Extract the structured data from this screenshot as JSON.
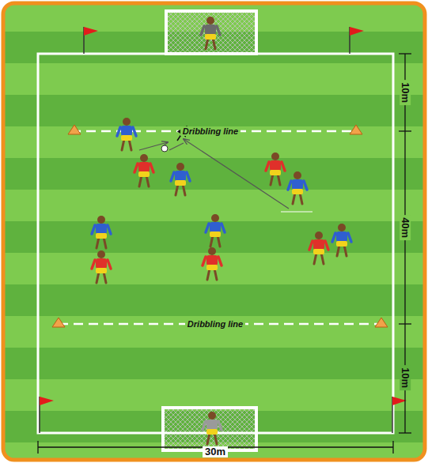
{
  "diagram": {
    "labels": [
      "Dribbling line",
      "Dribbling line",
      "10m",
      "40m",
      "10m",
      "30m"
    ]
  }
}
